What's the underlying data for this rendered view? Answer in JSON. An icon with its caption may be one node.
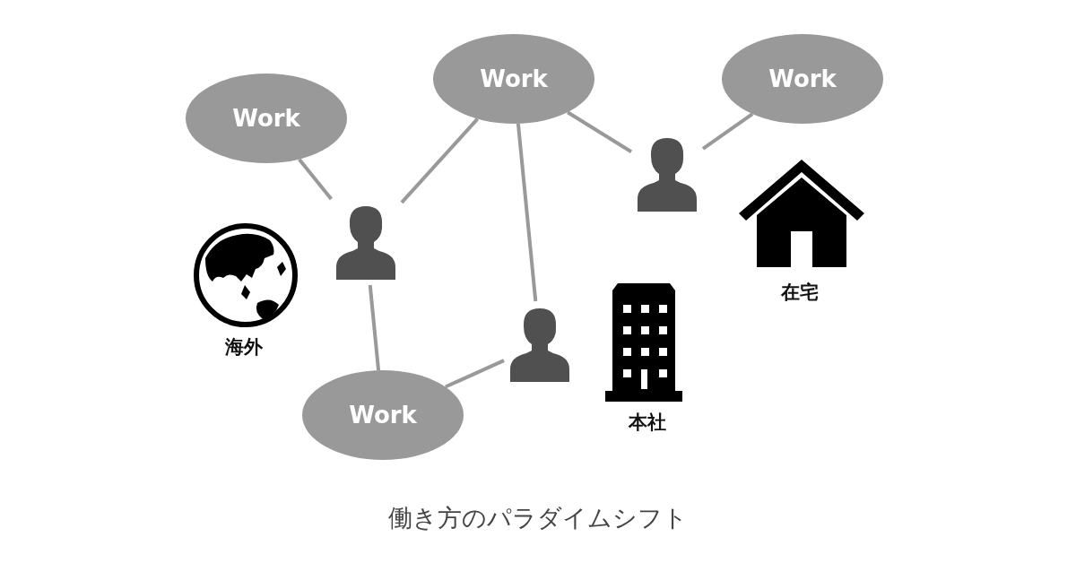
{
  "diagram": {
    "caption": "働き方のパラダイムシフト",
    "nodes": [
      {
        "text": [
          "Work"
        ]
      },
      {
        "text": [
          "Work"
        ]
      },
      {
        "text": [
          "Work"
        ]
      },
      {
        "text": [
          "Work"
        ]
      },
      {
        "text": [],
        "shape": "person"
      },
      {
        "text": [],
        "shape": "person"
      },
      {
        "text": [],
        "shape": "person"
      }
    ],
    "edges": [
      {
        "from": 0,
        "to": 4,
        "arrow": "none"
      },
      {
        "from": 1,
        "to": 4,
        "arrow": "none"
      },
      {
        "from": 1,
        "to": 5,
        "arrow": "none"
      },
      {
        "from": 2,
        "to": 5,
        "arrow": "none"
      },
      {
        "from": 1,
        "to": 6,
        "arrow": "none"
      },
      {
        "from": 4,
        "to": 3,
        "arrow": "none"
      },
      {
        "from": 6,
        "to": 3,
        "arrow": "none"
      }
    ],
    "labels": [
      "海外",
      "在宅",
      "本社"
    ]
  }
}
